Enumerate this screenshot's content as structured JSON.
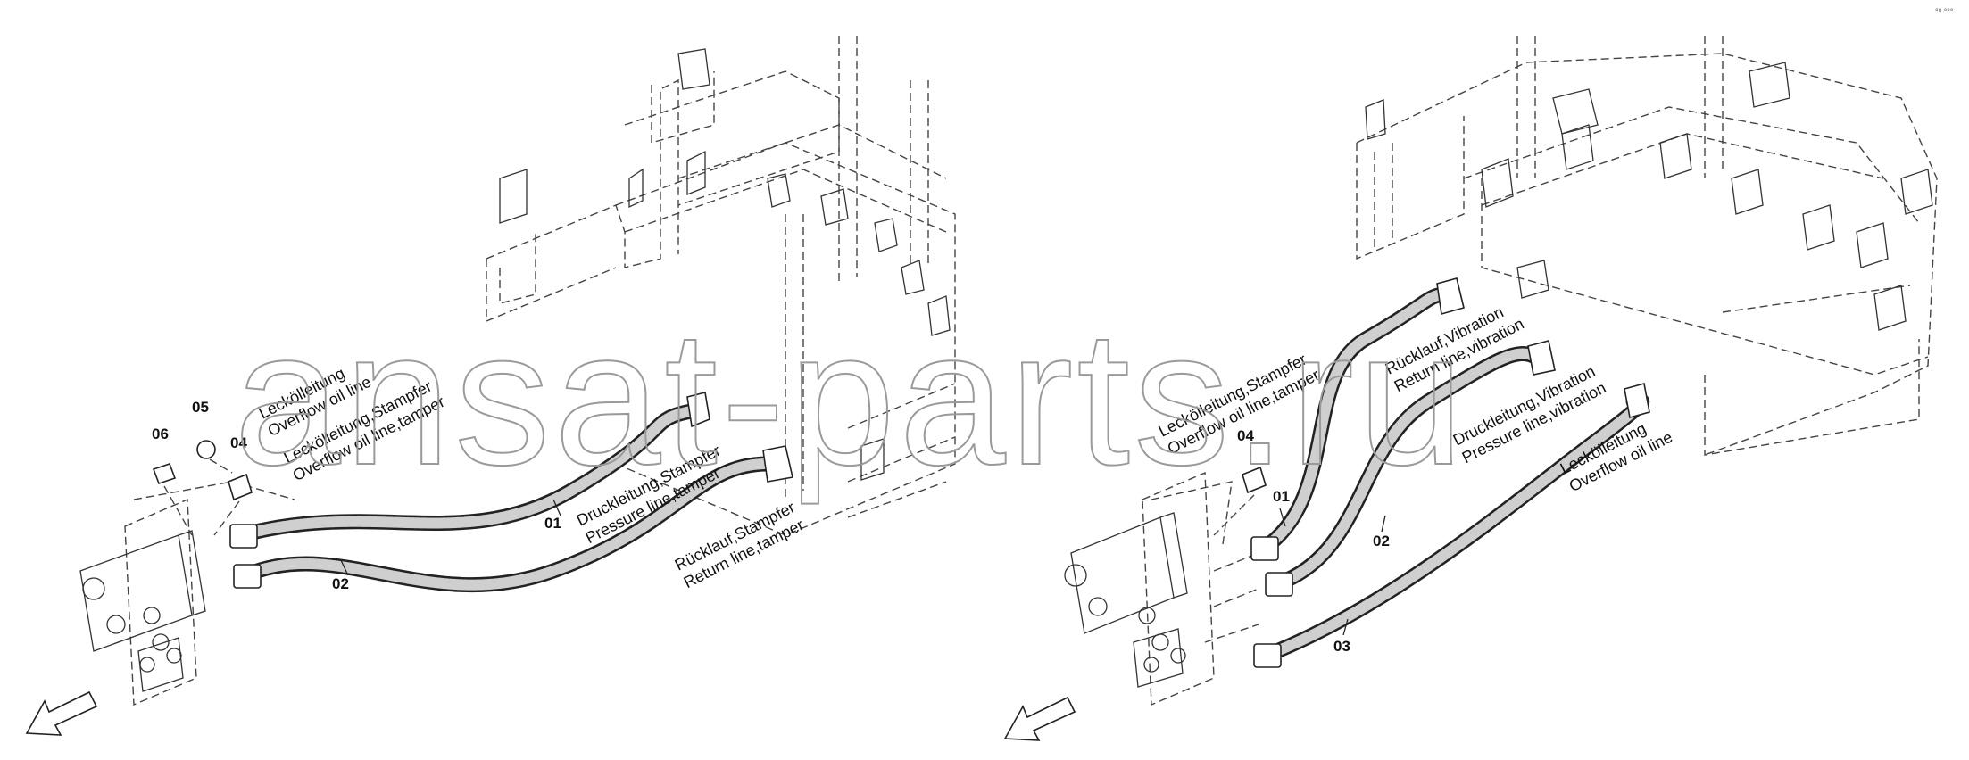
{
  "watermark": "ansat-parts.ru",
  "corner_mark": "°⁰ °°°",
  "left_diagram": {
    "labels": {
      "overflow_de": "Leckölleitung",
      "overflow_en": "Overflow oil line",
      "overflow_tamper_de": "Leckölleitung,Stampfer",
      "overflow_tamper_en": "Overflow oil line,tamper",
      "pressure_tamper_de": "Druckleitung,Stampfer",
      "pressure_tamper_en": "Pressure line,tamper",
      "return_tamper_de": "Rücklauf,Stampfer",
      "return_tamper_en": "Return line,tamper"
    },
    "parts": {
      "p06": "06",
      "p05": "05",
      "p04": "04",
      "p01": "01",
      "p02": "02"
    }
  },
  "right_diagram": {
    "labels": {
      "overflow_tamper_de": "Leckölleitung,Stampfer",
      "overflow_tamper_en": "Overflow oil line,tamper",
      "return_vib_de": "Rücklauf,Vibration",
      "return_vib_en": "Return line,vibration",
      "pressure_vib_de": "Druckleitung,Vibration",
      "pressure_vib_en": "Pressure line,vibration",
      "overflow_de": "Leckölleitung",
      "overflow_en": "Overflow oil line"
    },
    "parts": {
      "p04": "04",
      "p01": "01",
      "p02": "02",
      "p03": "03"
    }
  }
}
